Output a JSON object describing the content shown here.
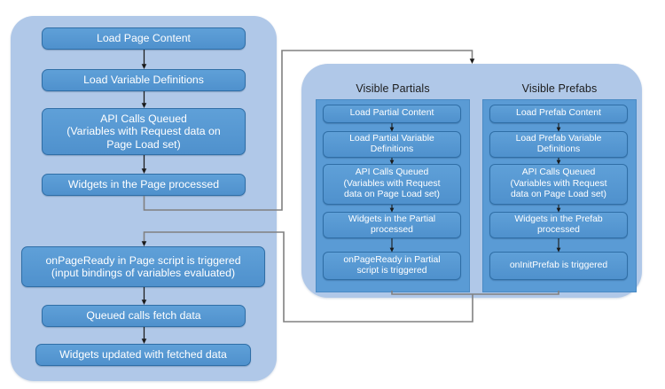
{
  "diagram": {
    "title": "Page / Partial / Prefab load lifecycle flowchart",
    "colors": {
      "panel_background": "#b0c8e8",
      "group_background": "#5a9bd5",
      "box_fill": "#5b9bd5",
      "box_border": "#2f6ea6",
      "box_text": "#ffffff",
      "group_title_text": "#1c1c1c",
      "connector_line": "#808080",
      "arrow_head": "#1a1a1a",
      "canvas": "#ffffff"
    },
    "page_panel": {
      "name": "Page lifecycle panel",
      "steps_before_children": [
        {
          "id": "load-page-content",
          "label": "Load Page Content"
        },
        {
          "id": "load-variable-definitions",
          "label": "Load Variable Definitions"
        },
        {
          "id": "api-calls-queued-page",
          "label": "API Calls Queued\n(Variables with Request data on\nPage Load set)"
        },
        {
          "id": "widgets-in-page-processed",
          "label": "Widgets in the Page processed"
        }
      ],
      "steps_after_children": [
        {
          "id": "onpageready-page",
          "label": "onPageReady in Page script is triggered\n(input bindings of variables evaluated)"
        },
        {
          "id": "queued-calls-fetch-data",
          "label": "Queued calls fetch data"
        },
        {
          "id": "widgets-updated-fetched-data",
          "label": "Widgets updated with fetched data"
        }
      ]
    },
    "children_panel": {
      "name": "Visible children panel",
      "groups": [
        {
          "id": "visible-partials",
          "title": "Visible Partials",
          "steps": [
            {
              "id": "load-partial-content",
              "label": "Load Partial Content"
            },
            {
              "id": "load-partial-variable-definitions",
              "label": "Load Partial Variable\nDefinitions"
            },
            {
              "id": "api-calls-queued-partial",
              "label": "API Calls Queued\n(Variables with Request\ndata on Page Load set)"
            },
            {
              "id": "widgets-in-partial-processed",
              "label": "Widgets in the Partial\nprocessed"
            },
            {
              "id": "onpageready-partial",
              "label": "onPageReady in Partial\nscript  is triggered"
            }
          ]
        },
        {
          "id": "visible-prefabs",
          "title": "Visible Prefabs",
          "steps": [
            {
              "id": "load-prefab-content",
              "label": "Load Prefab Content"
            },
            {
              "id": "load-prefab-variable-definitions",
              "label": "Load Prefab Variable\nDefinitions"
            },
            {
              "id": "api-calls-queued-prefab",
              "label": "API Calls Queued\n(Variables with Request\ndata on Page Load set)"
            },
            {
              "id": "widgets-in-prefab-processed",
              "label": "Widgets in the Prefab\nprocessed"
            },
            {
              "id": "oninitprefab",
              "label": "onInitPrefab is triggered"
            }
          ]
        }
      ]
    }
  }
}
